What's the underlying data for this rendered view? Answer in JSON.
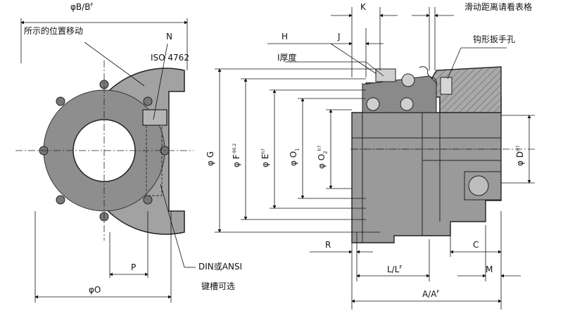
{
  "labels": {
    "phi_b": "φB/B",
    "phi_b_sup": "F",
    "moved_position": "所示的位置移动",
    "n": "N",
    "iso": "ISO 4762",
    "k": "K",
    "slide_distance": "滑动距离请看表格",
    "h": "H",
    "j": "J",
    "thickness": "I厚度",
    "hook_wrench_hole": "钩形扳手孔",
    "g": "φ G",
    "f": "φ F",
    "f_sup": "-90.2",
    "e": "φ E",
    "e_sup": "h7",
    "o1": "φ O",
    "o1_sub": "1",
    "o2": "φ O",
    "o2_sub": "2",
    "o2_sup": "h7",
    "d": "φ D",
    "d_sup": "H7",
    "r": "R",
    "c": "C",
    "p": "P",
    "din_ansi": "DIN或ANSI",
    "keyway": "键槽可选",
    "l": "L/L",
    "l_sup": "F",
    "m": "M",
    "phi_o": "φO",
    "a": "A/A",
    "a_sup": "F"
  },
  "colors": {
    "body": "#9a9a9a",
    "body_dark": "#6f6f6f",
    "body_light": "#c4c4c4",
    "line": "#111111"
  }
}
